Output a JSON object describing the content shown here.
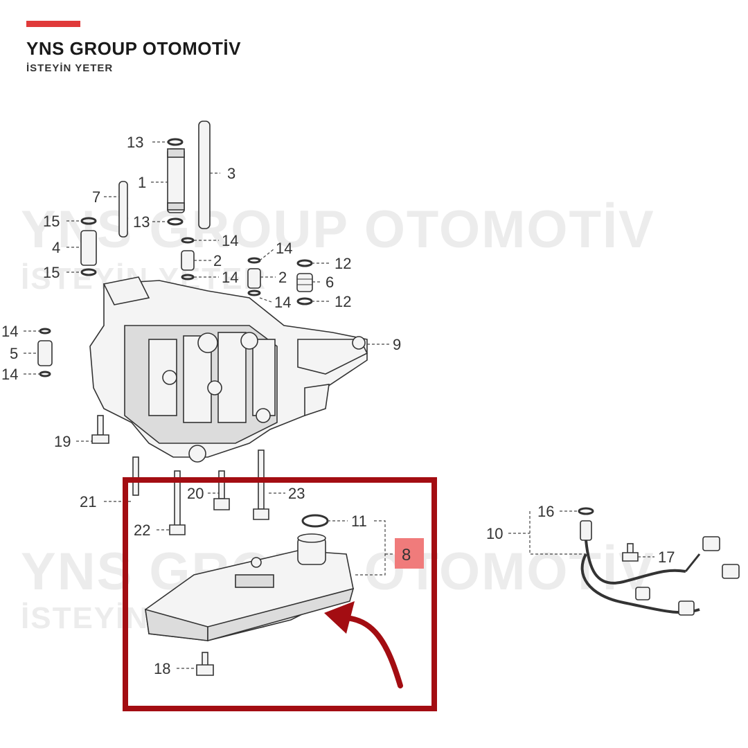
{
  "brand": {
    "name": "YNS GROUP OTOMOTİV",
    "tagline": "İSTEYİN YETER",
    "accent_color": "#e03a3a"
  },
  "watermark": {
    "line1": "YNS GROUP OTOMOTİV",
    "line2": "İSTEYİN YETER"
  },
  "highlight": {
    "frame_color": "#a30d12",
    "arrow_color": "#a30d12",
    "label_bg": "#f07b7b",
    "highlighted_part": "8"
  },
  "callouts": {
    "c1": "1",
    "c2a": "2",
    "c2b": "2",
    "c3": "3",
    "c4": "4",
    "c5": "5",
    "c6": "6",
    "c7": "7",
    "c8": "8",
    "c9": "9",
    "c10": "10",
    "c11": "11",
    "c12a": "12",
    "c12b": "12",
    "c13a": "13",
    "c13b": "13",
    "c14a": "14",
    "c14b": "14",
    "c14c": "14",
    "c14d": "14",
    "c14e": "14",
    "c14f": "14",
    "c15a": "15",
    "c15b": "15",
    "c16": "16",
    "c17": "17",
    "c18": "18",
    "c19": "19",
    "c20": "20",
    "c21": "21",
    "c22": "22",
    "c23": "23"
  }
}
